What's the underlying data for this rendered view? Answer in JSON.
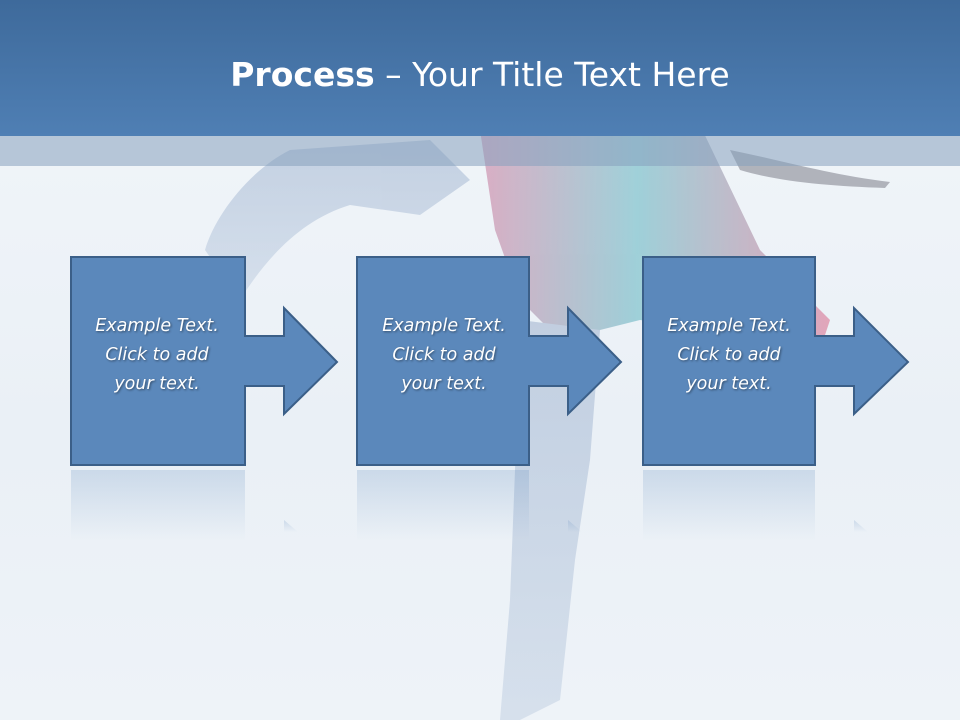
{
  "title": {
    "bold": "Process",
    "rest": " – Your Title Text Here"
  },
  "steps": [
    {
      "text_lines": [
        "Example Text.",
        "Click  to add",
        "your text."
      ]
    },
    {
      "text_lines": [
        "Example Text.",
        "Click  to add",
        "your text."
      ]
    },
    {
      "text_lines": [
        "Example Text.",
        "Click  to add",
        "your text."
      ]
    }
  ],
  "colors": {
    "title_bar": "#4a78ac",
    "shape_fill": "#5b88bb",
    "shape_stroke": "#3b5f88",
    "text": "#ffffff"
  },
  "icons": [
    "right-arrow-icon"
  ]
}
